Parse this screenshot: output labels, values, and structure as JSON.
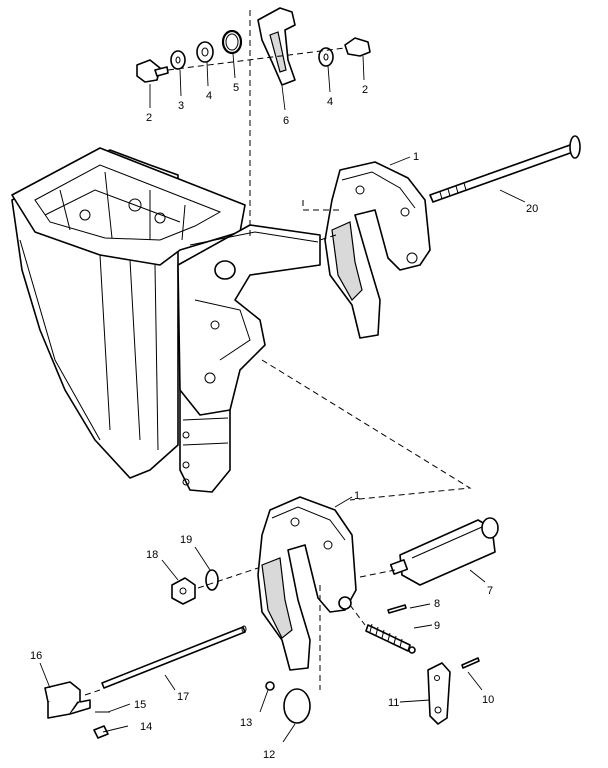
{
  "callouts": {
    "c1_top": "1",
    "c1_bottom": "1",
    "c2_left": "2",
    "c2_right": "2",
    "c3": "3",
    "c4_left": "4",
    "c4_right": "4",
    "c5": "5",
    "c6": "6",
    "c7": "7",
    "c8": "8",
    "c9": "9",
    "c10": "10",
    "c11": "11",
    "c12": "12",
    "c13": "13",
    "c14": "14",
    "c15": "15",
    "c16": "16",
    "c17": "17",
    "c18": "18",
    "c19": "19",
    "c20": "20"
  }
}
